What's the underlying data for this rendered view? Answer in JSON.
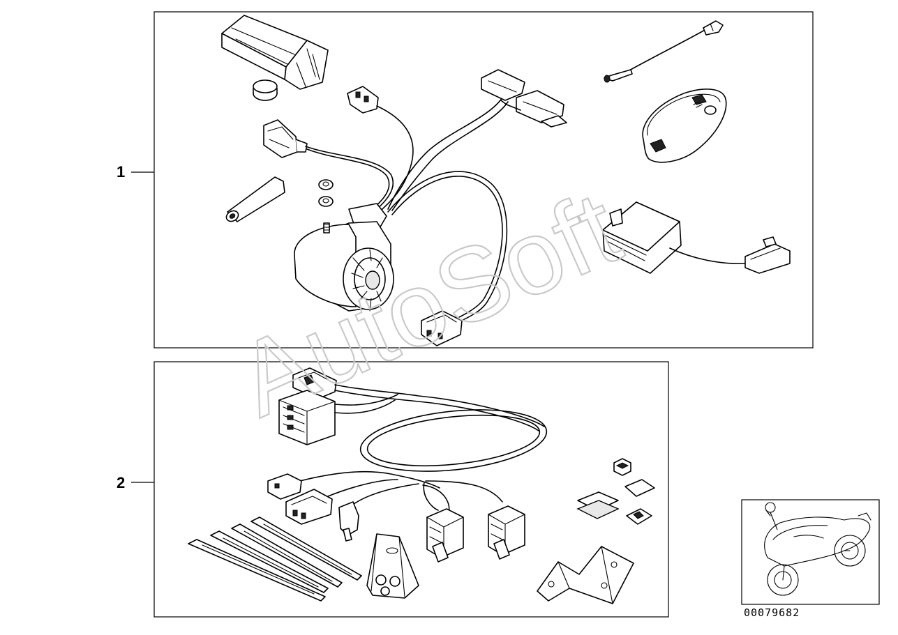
{
  "callouts": [
    {
      "label": "1"
    },
    {
      "label": "2"
    }
  ],
  "document_id": "00079682",
  "watermark_text": "AutoSoft",
  "colors": {
    "line": "#000000",
    "watermark": "#c9c9c9",
    "background": "#ffffff"
  }
}
